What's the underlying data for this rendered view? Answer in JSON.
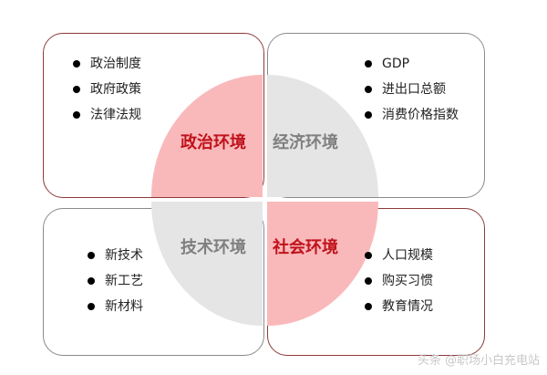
{
  "colors": {
    "highlight_fill": "#f9b9bb",
    "neutral_fill": "#e5e5e5",
    "highlight_text": "#c0121b",
    "neutral_text": "#7f7f7f",
    "highlight_border": "#8e3a3a",
    "neutral_border": "#8a8a8a"
  },
  "quadrants": {
    "political": {
      "title": "政治环境",
      "items": [
        "政治制度",
        "政府政策",
        "法律法规"
      ]
    },
    "economic": {
      "title": "经济环境",
      "items": [
        "GDP",
        "进出口总额",
        "消费价格指数"
      ]
    },
    "technological": {
      "title": "技术环境",
      "items": [
        "新技术",
        "新工艺",
        "新材料"
      ]
    },
    "social": {
      "title": "社会环境",
      "items": [
        "人口规模",
        "购买习惯",
        "教育情况"
      ]
    }
  },
  "watermark": "头条 @职场小白充电站"
}
